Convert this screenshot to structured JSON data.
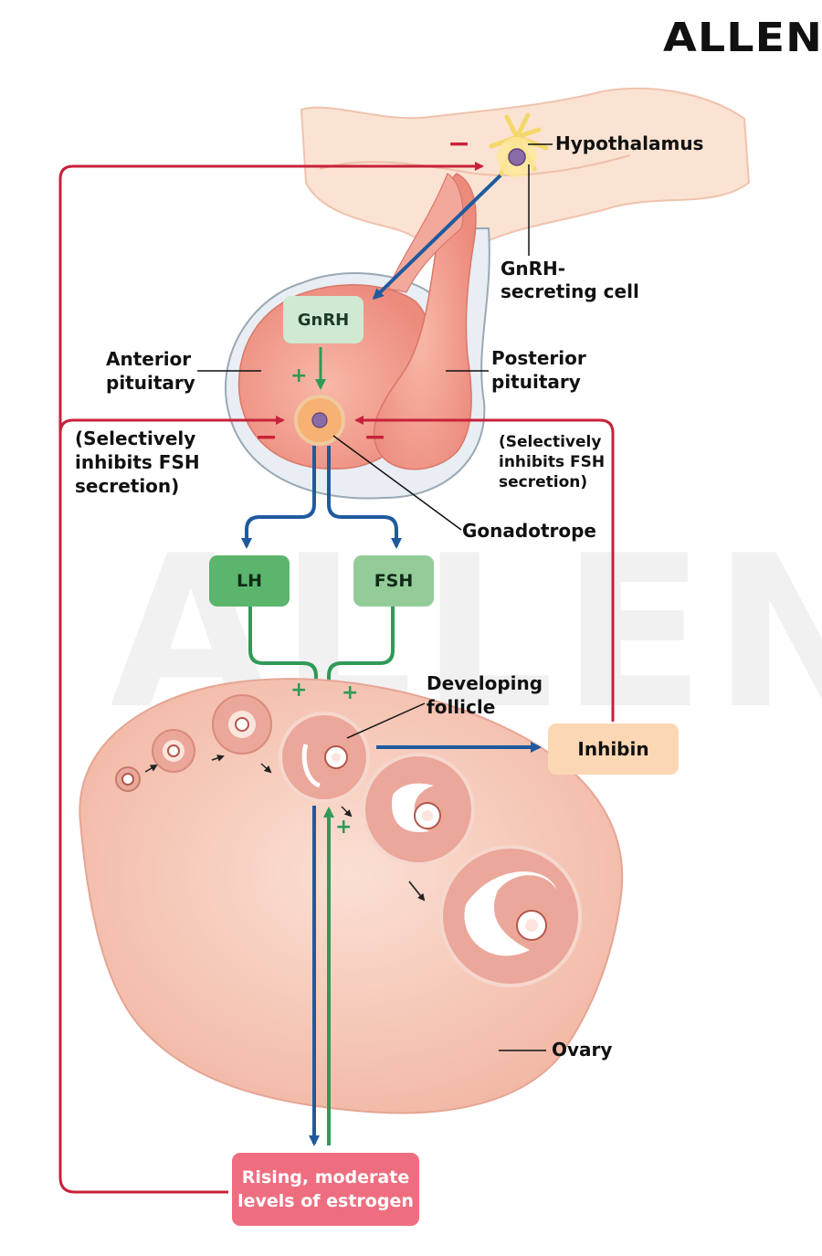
{
  "brand": {
    "logo_text": "ALLEN",
    "watermark_text": "ALLEN"
  },
  "labels": {
    "hypothalamus": "Hypothalamus",
    "gnrh_cell_line1": "GnRH-",
    "gnrh_cell_line2": "secreting cell",
    "anterior_line1": "Anterior",
    "anterior_line2": "pituitary",
    "posterior_line1": "Posterior",
    "posterior_line2": "pituitary",
    "inhibit_left_line1": "(Selectively",
    "inhibit_left_line2": "inhibits FSH",
    "inhibit_left_line3": "secretion)",
    "inhibit_right_line1": "(Selectively",
    "inhibit_right_line2": "inhibits FSH",
    "inhibit_right_line3": "secretion)",
    "gonadotrope": "Gonadotrope",
    "developing_line1": "Developing",
    "developing_line2": "follicle",
    "ovary": "Ovary"
  },
  "boxes": {
    "gnrh": "GnRH",
    "lh": "LH",
    "fsh": "FSH",
    "inhibin": "Inhibin",
    "estrogen_line1": "Rising, moderate",
    "estrogen_line2": "levels of estrogen"
  },
  "signs": {
    "plus": "+",
    "minus": "−"
  },
  "colors": {
    "inhibition_red": "#c8213a",
    "stimulation_green": "#2f9a57",
    "signal_blue": "#1f5a9e",
    "tissue_pink": "#f2a99c",
    "ovary_fill": "#f6c8b8",
    "lh_box": "#5cb56d",
    "fsh_box": "#93cc98",
    "gnrh_box": "#cfe9d3",
    "inhibin_box": "#fbd7b4",
    "estrogen_box": "#ee6e80"
  }
}
